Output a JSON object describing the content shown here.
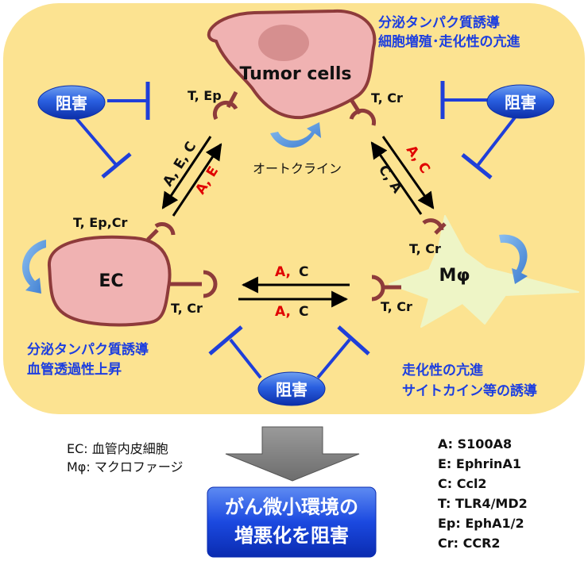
{
  "cells": {
    "tumor": "Tumor cells",
    "ec": "EC",
    "mphi": "Mφ"
  },
  "receptors": {
    "tumor_left": "T, Ep",
    "tumor_right": "T, Cr",
    "ec_top": "T, Ep,Cr",
    "ec_right": "T, Cr",
    "mphi_top": "T, Cr",
    "mphi_left": "T, Cr"
  },
  "arrows": {
    "left_outer_black": "A, E, C",
    "left_inner_red": "A, E",
    "right_red": "A, C",
    "right_black": "C, A",
    "bottom_top_red": "A,",
    "bottom_top_black": "C",
    "bottom_bottom_red": "A,",
    "bottom_bottom_black": "C"
  },
  "autocrine": "オートクライン",
  "inhibit": {
    "left": "阻害",
    "right": "阻害",
    "bottom": "阻害"
  },
  "notes": {
    "tumor_line1": "分泌タンパク質誘導",
    "tumor_line2": "細胞増殖･走化性の亢進",
    "ec_line1": "分泌タンパク質誘導",
    "ec_line2": "血管透過性上昇",
    "mphi_line1": "走化性の亢進",
    "mphi_line2": "サイトカイン等の誘導"
  },
  "legend_left": [
    "EC: 血管内皮細胞",
    "Mφ: マクロファージ"
  ],
  "legend_right": [
    "A: S100A8",
    "E: EphrinA1",
    "C: Ccl2",
    "T: TLR4/MD2",
    "Ep: EphA1/2",
    "Cr: CCR2"
  ],
  "conclusion": {
    "line1": "がん微小環境の",
    "line2": "増悪化を阻害"
  },
  "colors": {
    "panel": "#FCE391",
    "cell_fill": "#F0B2B2",
    "cell_stroke": "#8E3B3B",
    "mphi_fill": "#EEF5C6",
    "blue": "#1F3FD9",
    "red": "#E00000",
    "text_blue": "#1C3EE0"
  }
}
